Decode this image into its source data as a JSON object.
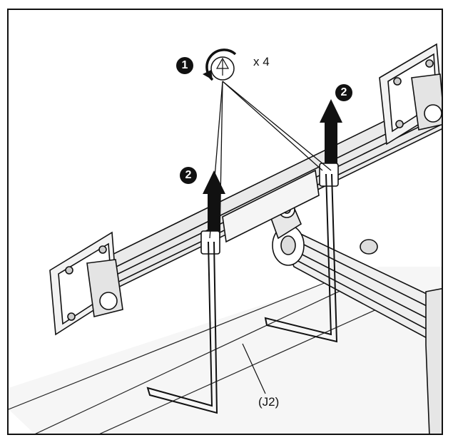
{
  "steps": {
    "step1": "1",
    "step2a": "2",
    "step2b": "2"
  },
  "quantity": "x 4",
  "part_label": "(J2)",
  "colors": {
    "ink": "#111111",
    "paper": "#ffffff",
    "desk": "#f4f4f4"
  },
  "icons": [
    "rotate-counterclockwise-icon",
    "screw-icon",
    "up-arrow-icon"
  ]
}
